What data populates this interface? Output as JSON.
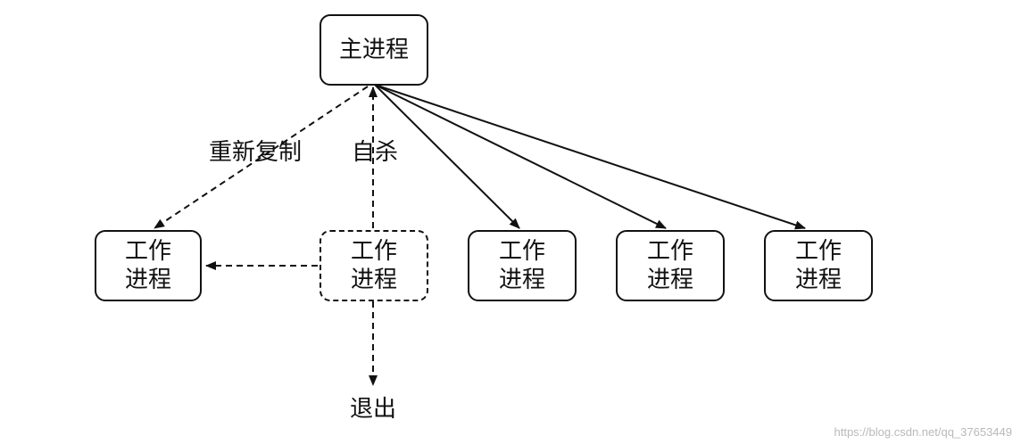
{
  "main_process": {
    "label": "主进程"
  },
  "workers": [
    {
      "line1": "工作",
      "line2": "进程"
    },
    {
      "line1": "工作",
      "line2": "进程"
    },
    {
      "line1": "工作",
      "line2": "进程"
    },
    {
      "line1": "工作",
      "line2": "进程"
    },
    {
      "line1": "工作",
      "line2": "进程"
    }
  ],
  "edge_labels": {
    "refork": "重新复制",
    "suicide": "自杀",
    "exit": "退出"
  },
  "watermark": "https://blog.csdn.net/qq_37653449"
}
